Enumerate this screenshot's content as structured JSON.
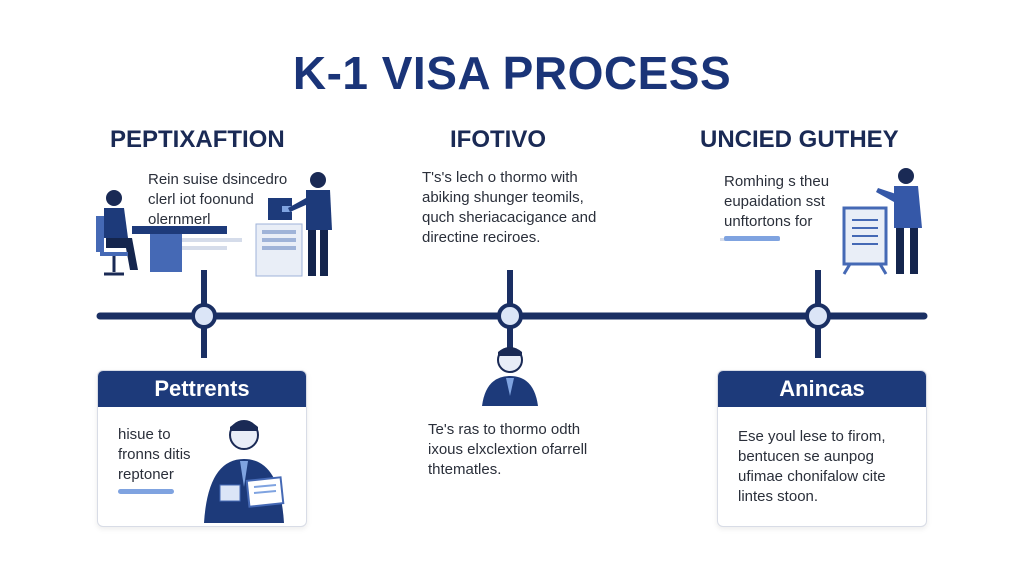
{
  "title": "K-1 VISA PROCESS",
  "colors": {
    "navy": "#1d3a7a",
    "accent": "#7fa3e0",
    "line": "#1a2f63"
  },
  "top": [
    {
      "heading": "PEPTIXAFTION",
      "text": "Rein suise dsincedro\nclerl iot foonund\nolernmerl"
    },
    {
      "heading": "IFOTIVO",
      "text": "T's's lech o thormo with\nabiking shunger teomils,\nquch sheriacacigance and\ndirectine reciroes."
    },
    {
      "heading": "UNCIED GUTHEY",
      "text": "Romhing s theu\neupaidation sst\nunftortons for"
    }
  ],
  "bottom": [
    {
      "heading": "Pettrents",
      "text": "hisue to\nfronns ditis\nreptoner"
    },
    {
      "text": "Te's ras to thormo odth\nixous elxclextion ofarrell\nthtematles."
    },
    {
      "heading": "Anincas",
      "text": "Ese youl lese to firom,\nbentucen se aunpog\nufimae chonifalow cite\nlintes stoon."
    }
  ]
}
